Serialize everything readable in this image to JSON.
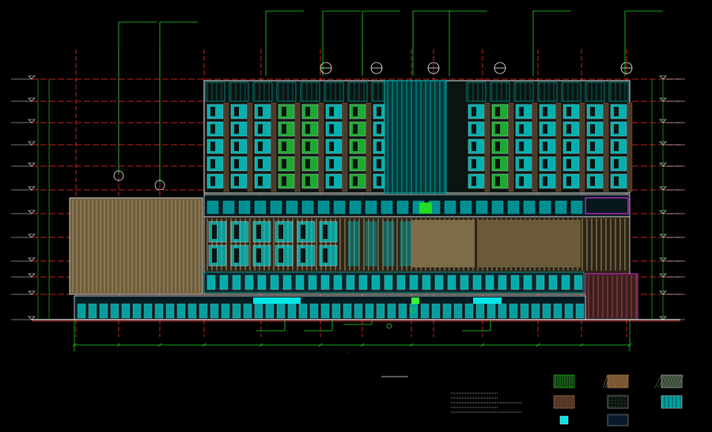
{
  "drawing": {
    "title_below": "",
    "scale_note": "",
    "level_labels_left": [
      "",
      "",
      "",
      "",
      "",
      "",
      "",
      "",
      "",
      "",
      "",
      "",
      ""
    ],
    "level_labels_right": [
      "",
      "",
      "",
      "",
      "",
      "",
      "",
      "",
      "",
      "",
      "",
      "",
      ""
    ],
    "axis_markers": [
      "",
      "",
      "",
      "",
      "",
      "",
      ""
    ],
    "callouts_top": [
      "",
      "",
      "",
      "",
      "",
      "",
      "",
      ""
    ],
    "notes": [
      "",
      "",
      "",
      "",
      ""
    ],
    "legend": {
      "heading": "",
      "items": [
        {
          "label": "",
          "swatch": "vertical-green"
        },
        {
          "label": "",
          "swatch": "hatch-brown"
        },
        {
          "label": "",
          "swatch": "grid-gray"
        },
        {
          "label": "",
          "swatch": "vertical-brown"
        },
        {
          "label": "",
          "swatch": "dots-dark"
        },
        {
          "label": "",
          "swatch": "grid-cyan"
        },
        {
          "label": "",
          "swatch": "cyan-small"
        },
        {
          "label": "",
          "swatch": "ring-red"
        }
      ]
    },
    "colors": {
      "background": "#000000",
      "grid_red": "#ff2a2a",
      "line_green": "#22dd22",
      "glass_cyan": "#00e5e5",
      "panel_brown": "#8a7550",
      "frame_white": "#f0f0f0",
      "bright_green": "#33ff33",
      "magenta": "#ff33ff"
    }
  }
}
